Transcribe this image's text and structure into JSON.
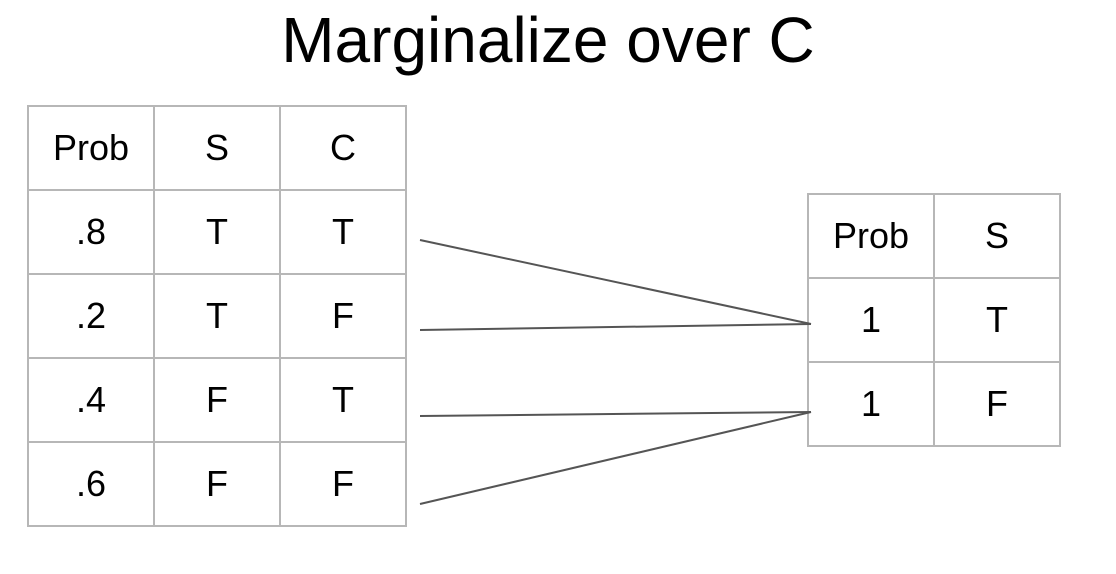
{
  "title": "Marginalize over C",
  "left_table": {
    "headers": [
      "Prob",
      "S",
      "C"
    ],
    "rows": [
      [
        ".8",
        "T",
        "T"
      ],
      [
        ".2",
        "T",
        "F"
      ],
      [
        ".4",
        "F",
        "T"
      ],
      [
        ".6",
        "F",
        "F"
      ]
    ]
  },
  "right_table": {
    "headers": [
      "Prob",
      "S"
    ],
    "rows": [
      [
        "1",
        "T"
      ],
      [
        "1",
        "F"
      ]
    ]
  },
  "connections": [
    {
      "from_row": 0,
      "to_row": 0
    },
    {
      "from_row": 1,
      "to_row": 0
    },
    {
      "from_row": 2,
      "to_row": 1
    },
    {
      "from_row": 3,
      "to_row": 1
    }
  ]
}
